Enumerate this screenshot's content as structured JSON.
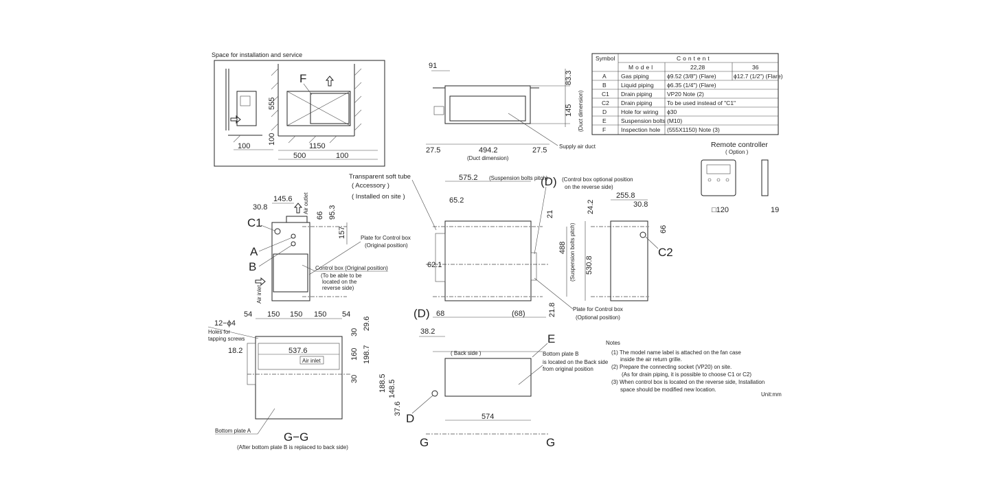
{
  "install_view": {
    "title": "Space for installation and service",
    "F": "F",
    "d555": "555",
    "d100_v": "100",
    "d100_left": "100",
    "d1150": "1150",
    "d500": "500",
    "d100_right": "100"
  },
  "duct_view": {
    "d91": "91",
    "d83_3": "83.3",
    "d145": "145",
    "duct_dim_v": "(Duct dimension)",
    "d27_5_l": "27.5",
    "d494_2": "494.2",
    "d27_5_r": "27.5",
    "duct_dim": "(Duct dimension)",
    "supply_air_duct": "Supply air duct"
  },
  "table": {
    "symbol": "Symbol",
    "content": "Content",
    "model": "Model",
    "col_a": "22,28",
    "col_b": "36",
    "rows": [
      {
        "sym": "A",
        "name": "Gas piping",
        "v1": "ϕ9.52 (3/8\") (Flare)",
        "v2": "ϕ12.7 (1/2\") (Flare)"
      },
      {
        "sym": "B",
        "name": "Liquid piping",
        "v1": "ϕ6.35 (1/4\") (Flare)"
      },
      {
        "sym": "C1",
        "name": "Drain piping",
        "v1": "VP20  Note (2)"
      },
      {
        "sym": "C2",
        "name": "Drain piping",
        "v1": "To be used instead of \"C1\""
      },
      {
        "sym": "D",
        "name": "Hole for wiring",
        "v1": "ϕ30"
      },
      {
        "sym": "E",
        "name": "Suspension bolts",
        "v1": "(M10)"
      },
      {
        "sym": "F",
        "name": "Inspection hole",
        "v1": "(555X1150) Note (3)"
      }
    ]
  },
  "remote": {
    "title": "Remote controller",
    "option": "( Option )",
    "size": "□120",
    "depth": "19"
  },
  "side_view": {
    "d145_6": "145.6",
    "d30_8": "30.8",
    "C1": "C1",
    "A": "A",
    "B": "B",
    "d66": "66",
    "d95_3": "95.3",
    "d157": "157",
    "air_outlet": "Air outlet",
    "plate": "Plate for Control box",
    "plate_pos": "(Original position)",
    "cbox": "Control box (Original position)",
    "cbox_n1": "(To be able to be",
    "cbox_n2": "located on the",
    "cbox_n3": "reverse side)",
    "air_inlet": "Air inlet"
  },
  "front_view": {
    "tube": "Transparent soft tube",
    "accessory": "( Accessory )",
    "installed": "( Installed on site )",
    "d575_2": "575.2",
    "susp_pitch": "(Suspension bolts pitch)",
    "d65_2": "65.2",
    "d62_1": "62.1",
    "D_bottom": "(D)",
    "d68": "68",
    "d68_r": "(68)",
    "d21": "21",
    "d21_8": "21.8",
    "D_top": "(D)",
    "cbox_opt1": "(Control box optional position",
    "cbox_opt2": "on the reverse side)",
    "d488": "488",
    "susp_pitch_v": "(Suspension bolts pitch)",
    "d530_8": "530.8",
    "plate": "Plate for Control box",
    "plate_opt": "(Optional position)"
  },
  "right_view": {
    "d255_8": "255.8",
    "d30_8": "30.8",
    "d24_2": "24.2",
    "d66": "66",
    "C2": "C2"
  },
  "bottom_view": {
    "holes": "12−ϕ4",
    "holes_n1": "Holes for",
    "holes_n2": "tapping screws",
    "d54_l": "54",
    "d150_1": "150",
    "d150_2": "150",
    "d150_3": "150",
    "d54_r": "54",
    "d29_6": "29.6",
    "d30_t": "30",
    "d18_2": "18.2",
    "d537_6": "537.6",
    "air_inlet": "Air inlet",
    "d160": "160",
    "d198_7": "198.7",
    "d30_b": "30",
    "plate_a": "Bottom plate A",
    "section": "G−G",
    "section_note": "(After bottom plate B is replaced to back side)"
  },
  "back_view": {
    "d38_2": "38.2",
    "back_side": "( Back side )",
    "E": "E",
    "plate_b1": "Bottom plate B",
    "plate_b2": "is located on the Back side",
    "plate_b3": "from original position",
    "d188_5": "188.5",
    "d148_5": "148.5",
    "d37_6": "37.6",
    "D": "D",
    "d574": "574",
    "G_left": "G",
    "G_right": "G"
  },
  "notes": {
    "title": "Notes",
    "n1a": "(1) The model name label is attached on the fan case",
    "n1b": "inside the air return grille.",
    "n2a": "(2) Prepare the connecting socket (VP20) on site.",
    "n2b": "(As for drain piping, it is possible to choose C1 or C2)",
    "n3a": "(3) When control box is located on the reverse side, Installation",
    "n3b": "space should be modified new location.",
    "unit": "Unit:mm"
  }
}
